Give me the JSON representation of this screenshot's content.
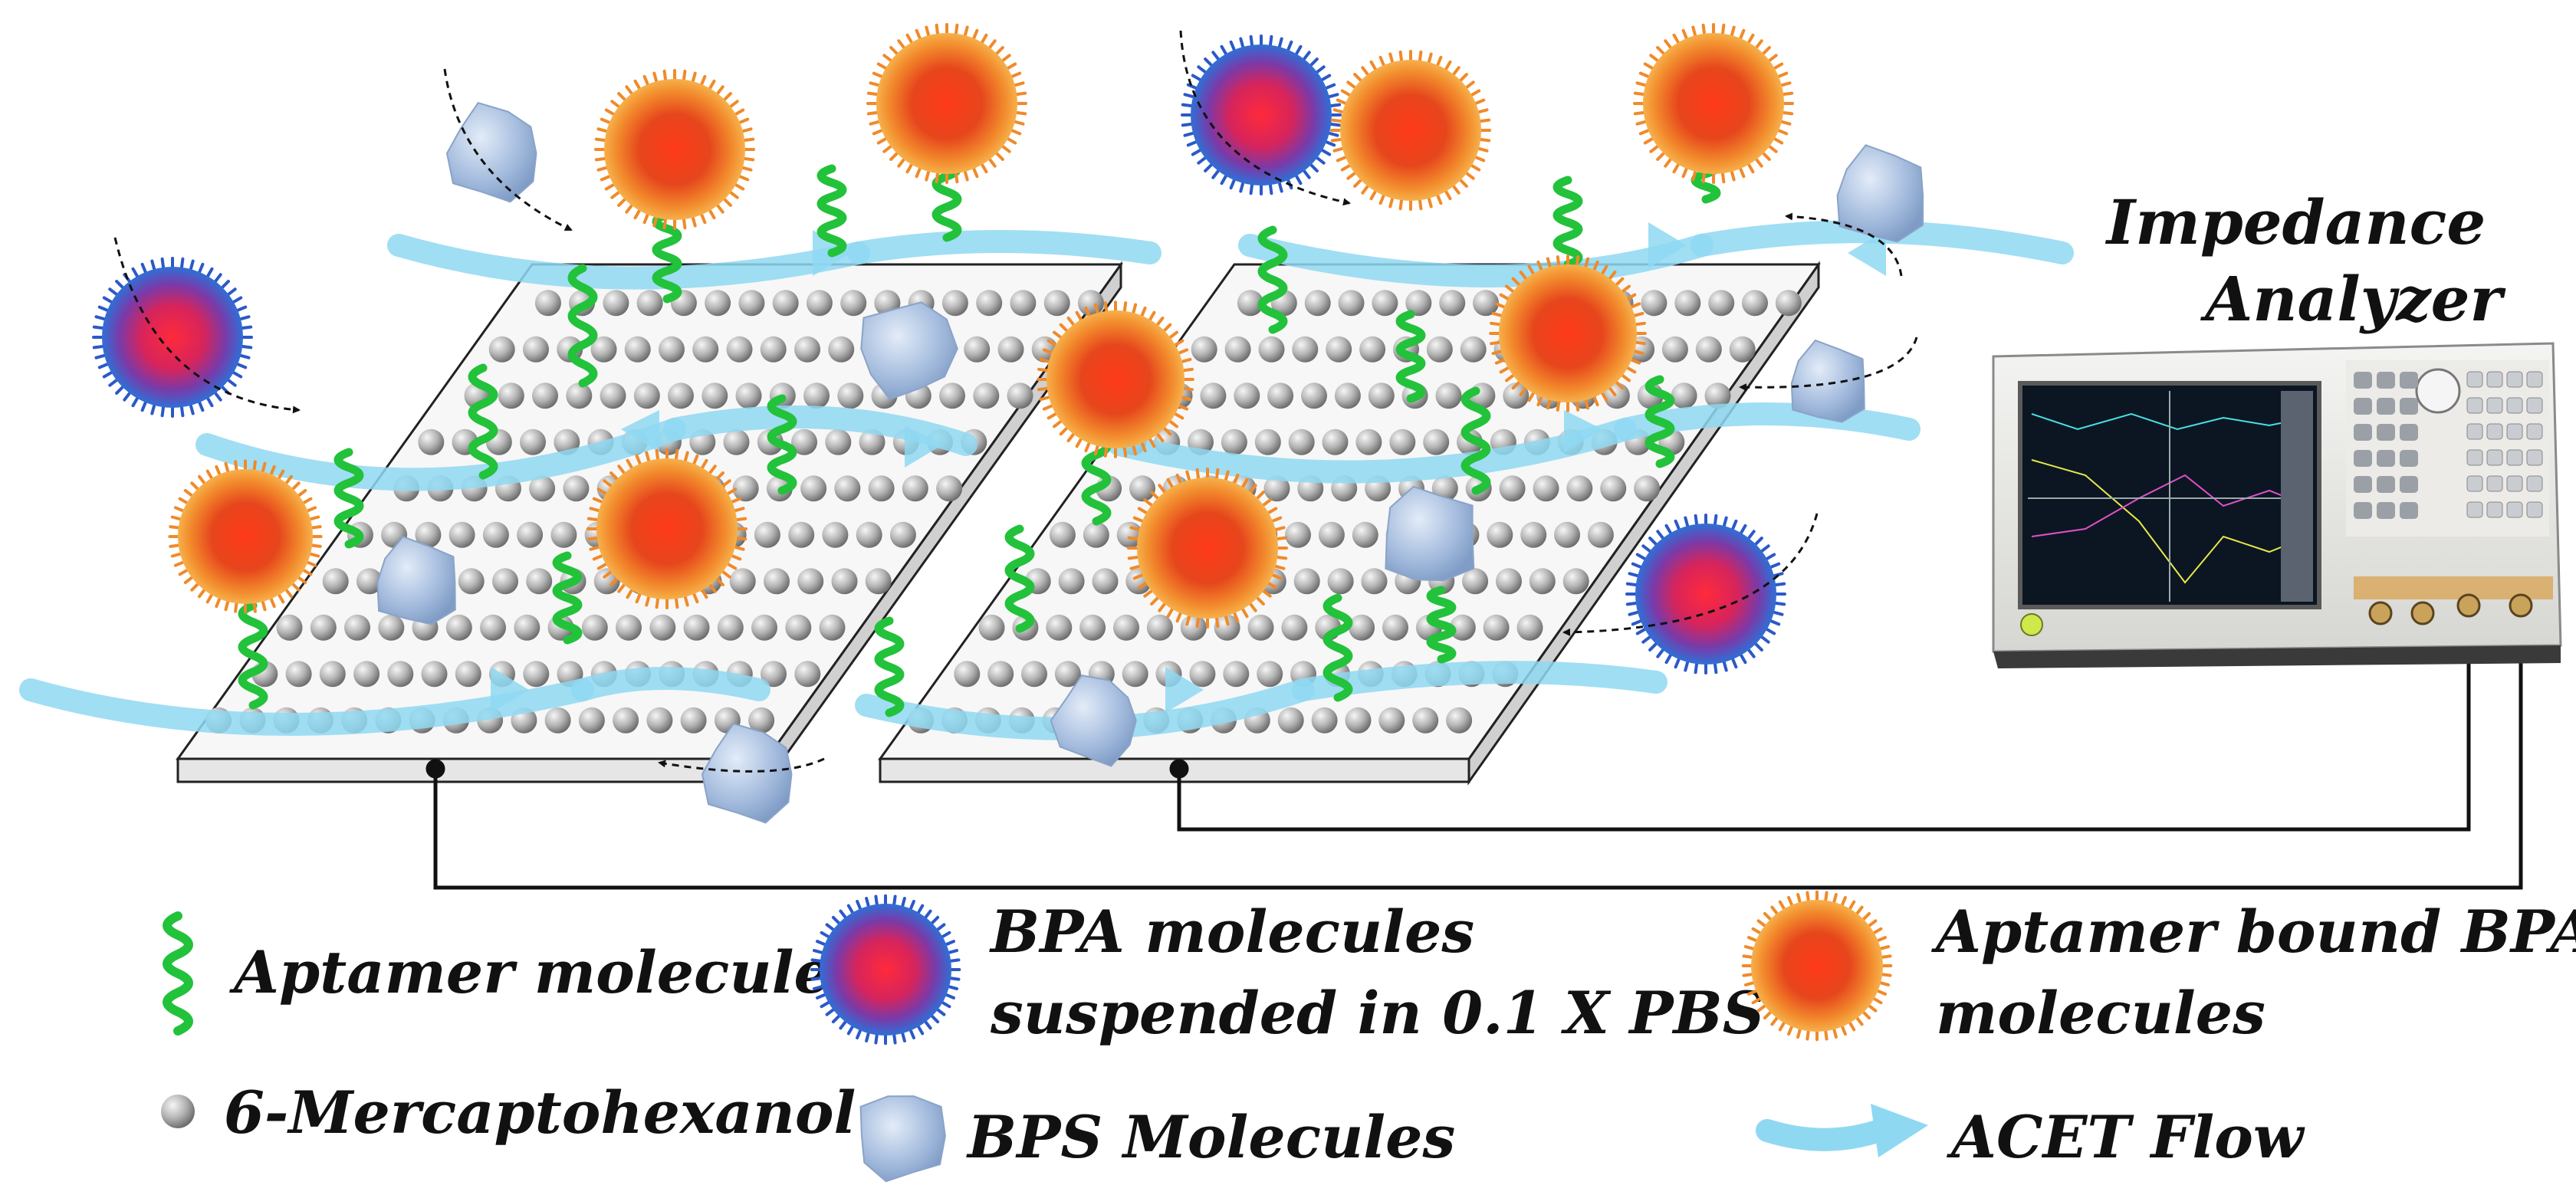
{
  "instrument": {
    "title_line1": "Impedance",
    "title_line2": "Analyzer"
  },
  "legend": {
    "aptamer": "Aptamer molecules",
    "bpa_line1": "BPA molecules",
    "bpa_line2": "suspended in 0.1 X PBS",
    "bound_line1": "Aptamer bound BPA",
    "bound_line2": "molecules",
    "mch": "6-Mercaptohexanol",
    "bps": "BPS Molecules",
    "acet": "ACET Flow"
  },
  "colors": {
    "aptamer": "#22c23a",
    "flow": "#8fd8f2",
    "bead": "#a9a9a9",
    "bpa_core": "#e0204a",
    "bpa_edge": "#2c58c8",
    "bound_core": "#e8401e",
    "bound_edge": "#f08a2a",
    "bps": "#a9c0de",
    "screen": "#0b1622",
    "wire": "#111111"
  }
}
